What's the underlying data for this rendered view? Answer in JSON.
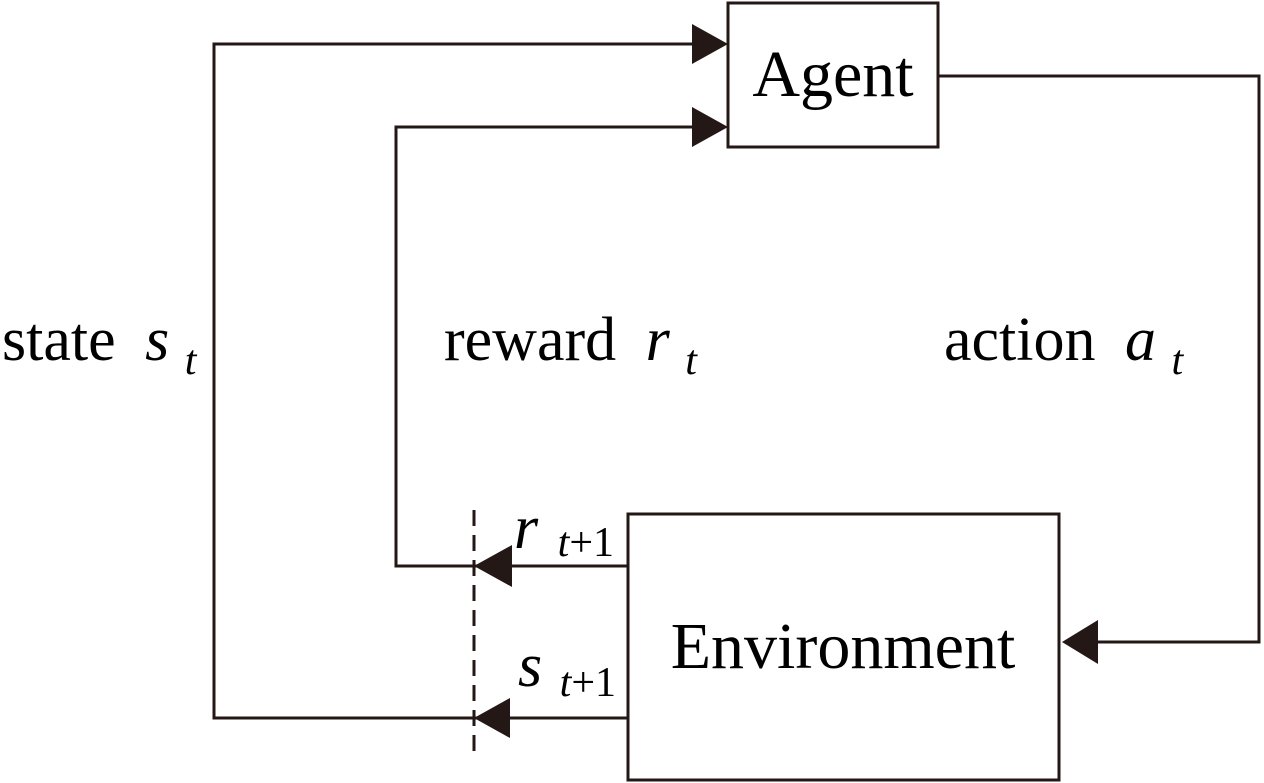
{
  "diagram": {
    "title": "Reinforcement learning agent-environment loop",
    "nodes": {
      "agent": {
        "label": "Agent"
      },
      "environment": {
        "label": "Environment"
      }
    },
    "edges": {
      "state": {
        "word": "state",
        "symbol": "s",
        "subscript": "t"
      },
      "reward": {
        "word": "reward",
        "symbol": "r",
        "subscript": "t"
      },
      "action": {
        "word": "action",
        "symbol": "a",
        "subscript": "t"
      },
      "next_reward": {
        "symbol": "r",
        "subscript_var": "t",
        "subscript_rest": "+1"
      },
      "next_state": {
        "symbol": "s",
        "subscript_var": "t",
        "subscript_rest": "+1"
      }
    },
    "colors": {
      "stroke": "#231815",
      "text": "#000000",
      "background": "#ffffff"
    }
  }
}
